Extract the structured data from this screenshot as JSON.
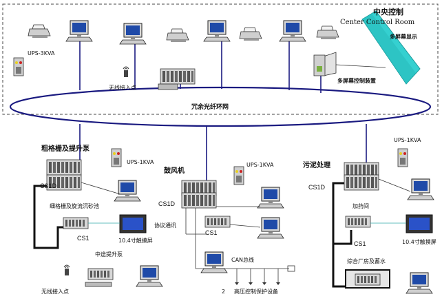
{
  "center": {
    "title_cn": "中央控制",
    "title_en": "Center Control Room",
    "wall_label": "多屏幕显示",
    "wall_ctrl_label": "多屏幕控制装置"
  },
  "top": {
    "ups_label": "UPS-3KVA",
    "wireless_label": "无线接入点",
    "ring_label": "冗余光纤环网"
  },
  "stations": {
    "coarse": {
      "title": "粗格栅及提升泵",
      "ups": "UPS-1KVA",
      "cs1d": "CS1D",
      "sub_label": "细格栅及旋流沉砂池",
      "cs1": "CS1",
      "touch": "10.4寸触摸屏"
    },
    "blower": {
      "title": "鼓风机",
      "ups": "UPS-1KVA",
      "cs1d": "CS1D",
      "cs1": "CS1",
      "protocol": "协议通讯",
      "can": "CAN总线",
      "can_num": "2",
      "hv": "高压控制保护设备"
    },
    "sludge": {
      "title": "污泥处理",
      "ups": "UPS-1KVA",
      "cs1d": "CS1D",
      "dosing": "加药间",
      "cs1": "CS1",
      "touch": "10.4寸触摸屏",
      "building": "综合厂房及蓄水"
    },
    "lift": {
      "title": "中途提升泵",
      "wireless": "无线接入点"
    }
  },
  "icons": [
    "printer-icon",
    "pc-icon",
    "plc-icon",
    "ups-icon",
    "antenna-icon",
    "touchscreen-icon",
    "server-icon",
    "display-wall-icon"
  ]
}
